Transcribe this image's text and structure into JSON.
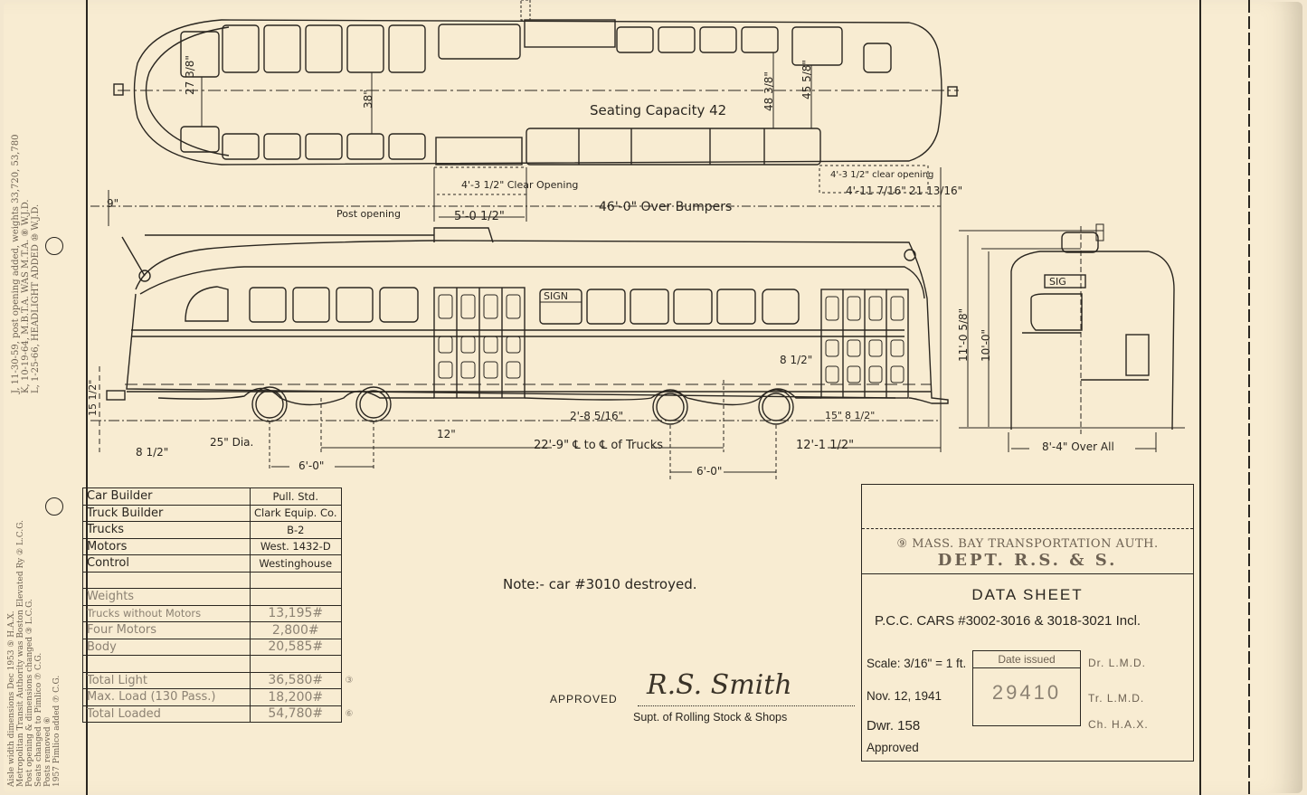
{
  "document": {
    "type": "Engineering data sheet (scanned drawing)",
    "paper_color": "#f8ecd2",
    "ink_color": "#2a2620"
  },
  "plan_view": {
    "seating_capacity_label": "Seating Capacity 42",
    "dimensions": {
      "aisle_front": "27 3/8\"",
      "aisle_mid": "38\"",
      "aisle_rear_1": "48 3/8\"",
      "aisle_rear_2": "45 5/8\"",
      "door_clear_front": "4'-3 1/2\" Clear Opening",
      "door_clear_rear": "4'-3 1/2\" clear opening",
      "rear_offset_1": "4'-11 7/16\"",
      "rear_offset_2": "21 13/16\"",
      "bumper_offset": "9\"",
      "post_opening_label": "Post opening",
      "post_opening": "5'-0 1/2\"",
      "over_bumpers": "46'-0\" Over Bumpers"
    }
  },
  "side_view": {
    "sign_label": "SIGN",
    "dimensions": {
      "coupler_height": "15 1/2\"",
      "coupler_setback": "8 1/2\"",
      "wheel_diameter": "25\" Dia.",
      "truck_wheelbase_front": "6'-0\"",
      "step_drop": "12\"",
      "truck_centers": "22'-9\" ℄ to ℄ of Trucks",
      "truck_wheelbase_rear": "6'-0\"",
      "rear_overhang": "12'-1 1/2\"",
      "floor_height": "2'-8 5/16\"",
      "side_step": "8 1/2\"",
      "step_15": "15\"",
      "step_8": "8 1/2\""
    }
  },
  "end_view": {
    "sign_label": "SIG",
    "dimensions": {
      "height_overall": "11'-0 5/8\"",
      "height_body": "10'-0\"",
      "width_overall": "8'-4\" Over All"
    }
  },
  "spec_table": {
    "rows": [
      {
        "label": "Car Builder",
        "value": "Pull. Std."
      },
      {
        "label": "Truck Builder",
        "value": "Clark Equip. Co."
      },
      {
        "label": "Trucks",
        "value": "B-2"
      },
      {
        "label": "Motors",
        "value": "West. 1432-D"
      },
      {
        "label": "Control",
        "value": "Westinghouse"
      },
      {
        "label": "",
        "value": ""
      },
      {
        "label": "Weights",
        "value": ""
      },
      {
        "label": "Trucks without Motors",
        "value": "13,195#"
      },
      {
        "label": "Four Motors",
        "value": "2,800#"
      },
      {
        "label": "Body",
        "value": "20,585#"
      },
      {
        "label": "",
        "value": ""
      },
      {
        "label": "Total Light",
        "value": "36,580#",
        "rev": "③"
      },
      {
        "label": "Max. Load (130 Pass.)",
        "value": "18,200#"
      },
      {
        "label": "Total Loaded",
        "value": "54,780#",
        "rev": "⑥"
      }
    ]
  },
  "note": "Note:- car #3010 destroyed.",
  "approval": {
    "label": "APPROVED",
    "signature": "R.S. Smith",
    "title": "Supt. of Rolling Stock & Shops"
  },
  "title_block": {
    "authority_line1": "MASS. BAY TRANSPORTATION AUTH.",
    "authority_line2": "DEPT. R.S. & S.",
    "revision_marker": "⑨",
    "title": "DATA SHEET",
    "cars": "P.C.C. CARS #3002-3016 & 3018-3021 Incl.",
    "scale": "Scale: 3/16\" = 1 ft.",
    "date": "Nov. 12, 1941",
    "drawing": "Dwr. 158",
    "approved_label": "Approved",
    "date_issued_label": "Date issued",
    "date_issued_stamp": "29410",
    "drawn_by": "Dr. L.M.D.",
    "traced_by": "Tr. L.M.D.",
    "checked_by": "Ch. H.A.X."
  },
  "margin_notes": {
    "upper": [
      "J, 11-30-59, post opening added, weights 33,720, 53,780",
      "K, 10-19-64, M.B.T.A. WAS M.T.A. ⑧ W.J.D.",
      "L, 1-25-66, HEADLIGHT ADDED ⑩ W.J.D."
    ],
    "lower": [
      "Aisle width dimensions Dec 1953 ⑤ H.A.X.",
      "Metropolitan Transit Authority was Boston Elevated Ry ② L.C.G.",
      "Post opening & dimensions changed ③ L.C.G.",
      "Seats changed to Pimlico ⑦ C.G.",
      "Posts removed ⑥ ",
      "1957 Pimlico added ⑦ C.G."
    ]
  }
}
